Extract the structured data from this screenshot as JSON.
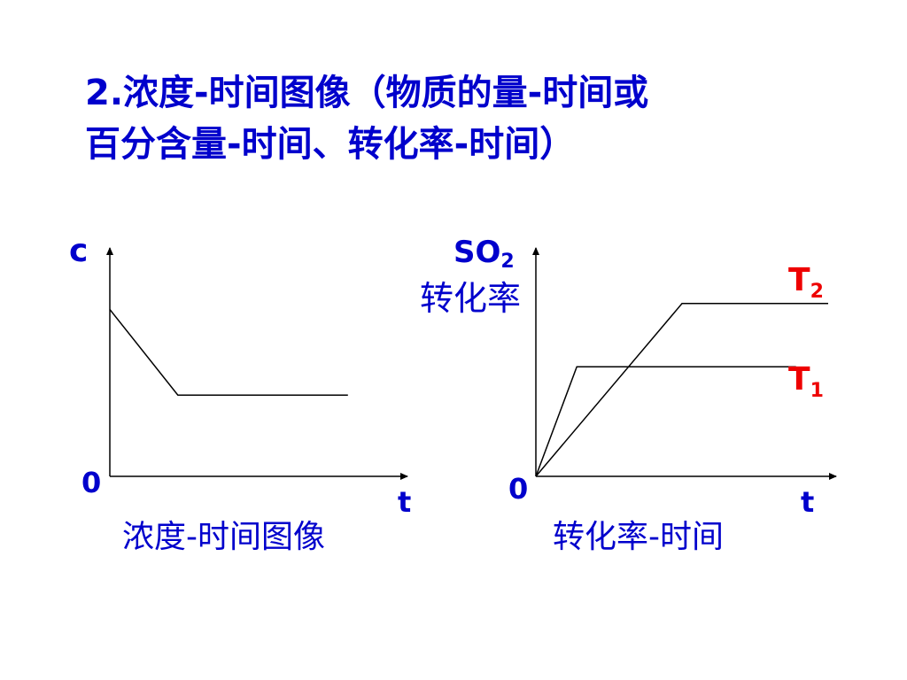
{
  "title": {
    "line1": "2.浓度-时间图像（物质的量-时间或",
    "line2": "百分含量-时间、转化率-时间）"
  },
  "colors": {
    "text": "#0000cc",
    "series_label": "#ee0000",
    "line": "#000000"
  },
  "chart_data": [
    {
      "type": "line",
      "title": "浓度-时间图像",
      "ylabel": "c",
      "xlabel": "t",
      "origin_label": "0",
      "xlim": [
        0,
        10
      ],
      "ylim": [
        0,
        10
      ],
      "series": [
        {
          "x": [
            0,
            2.4,
            8.4
          ],
          "y": [
            7.6,
            3.7,
            3.7
          ]
        }
      ]
    },
    {
      "type": "line",
      "title": "转化率-时间",
      "ylabel_main": "SO",
      "ylabel_sub": "2",
      "ylabel_line2": "转化率",
      "xlabel": "t",
      "origin_label": "0",
      "xlim": [
        0,
        10
      ],
      "ylim": [
        0,
        10
      ],
      "series": [
        {
          "name": "T2",
          "label_main": "T",
          "label_sub": "2",
          "x": [
            0,
            5.0,
            10
          ],
          "y": [
            0,
            7.1,
            7.1
          ]
        },
        {
          "name": "T1",
          "label_main": "T",
          "label_sub": "1",
          "x": [
            0,
            1.4,
            8.9
          ],
          "y": [
            0,
            4.5,
            4.5
          ]
        }
      ]
    }
  ]
}
